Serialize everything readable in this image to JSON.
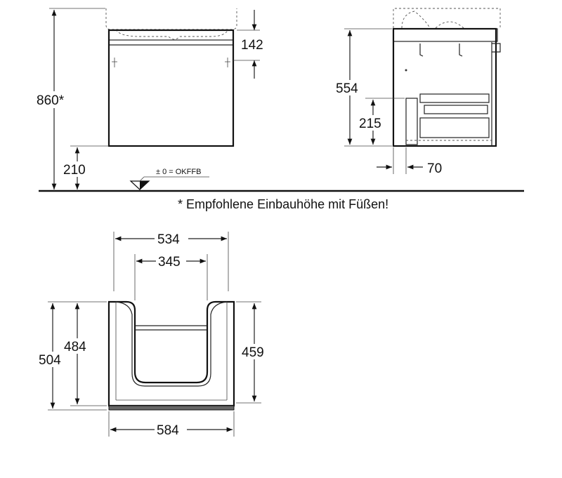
{
  "front_view": {
    "height_total": "860*",
    "top_height": "142",
    "floor_gap": "210",
    "floor_ref": "± 0 = OKFFB"
  },
  "side_view": {
    "height": "554",
    "drawer_height": "215",
    "offset": "70"
  },
  "footnote": "* Empfohlene Einbauhöhe mit Füßen!",
  "plan_view": {
    "inner_width": "534",
    "cutout_width": "345",
    "depth_total": "504",
    "depth_mid": "484",
    "depth_right": "459",
    "width_total": "584"
  }
}
